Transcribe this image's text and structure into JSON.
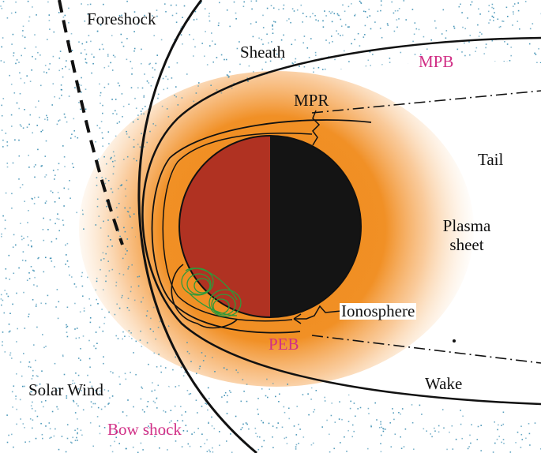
{
  "labels": {
    "foreshock": "Foreshock",
    "sheath": "Sheath",
    "mpb": "MPB",
    "mpr": "MPR",
    "tail": "Tail",
    "plasma_sheet_line1": "Plasma",
    "plasma_sheet_line2": "sheet",
    "ionosphere": "Ionosphere",
    "peb": "PEB",
    "wake": "Wake",
    "solar_wind": "Solar Wind",
    "bow_shock": "Bow shock"
  },
  "colors": {
    "dayside": "#b03222",
    "nightside": "#141414",
    "glow": "#f08a1a",
    "particles": "#3d8fb3",
    "magnetic_loops": "#2f9a3a",
    "pink_label": "#d12f86",
    "line": "#111111"
  },
  "icons": {
    "planet": "planet-disk",
    "crustal_fields": "magnetic-field-loops"
  }
}
